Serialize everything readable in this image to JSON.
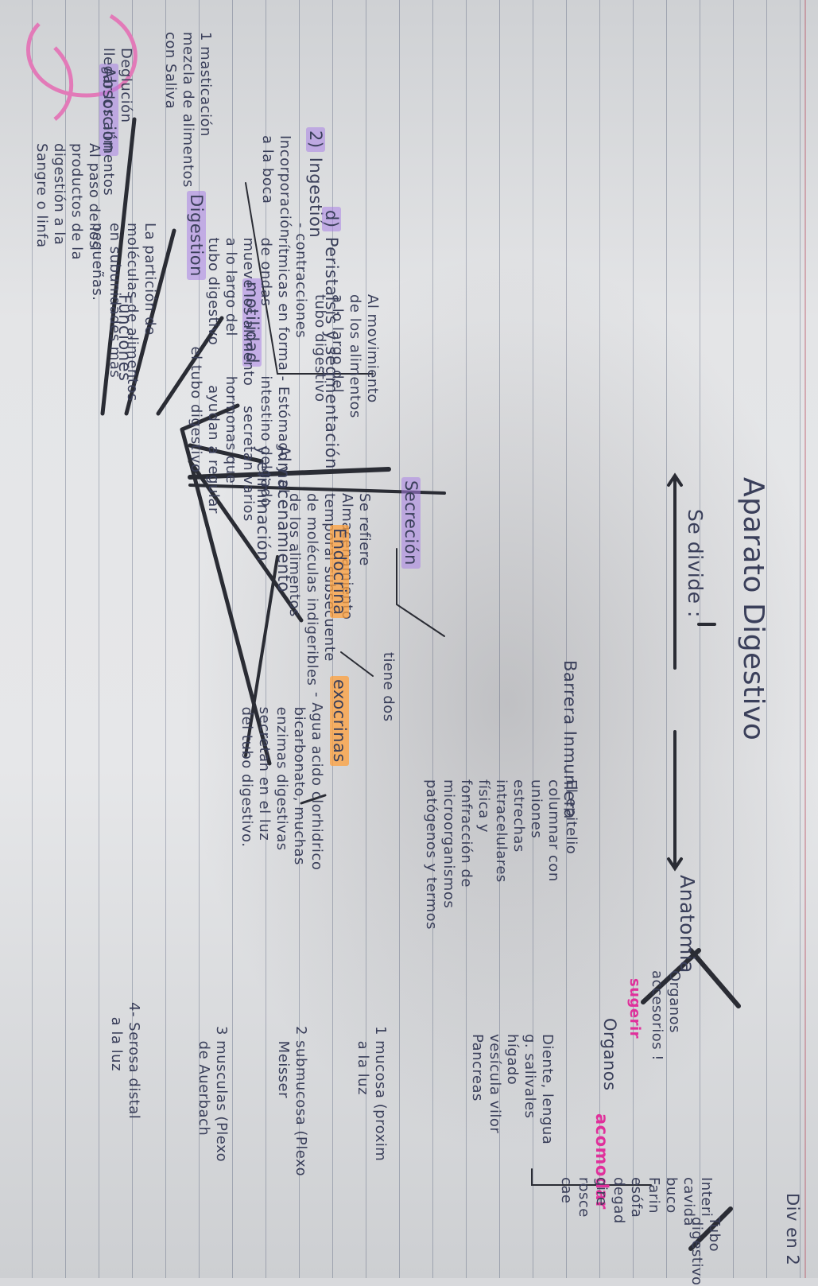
{
  "title": "Aparato Digestivo",
  "divide": "Se divide :",
  "anatomia": "Anatomia",
  "div_en_2": "Div en 2",
  "tubo_digestivo": "Tubo\ndigestivo",
  "organos_accesorios": "Organos\naccesorios !",
  "sugerir": "sugerir",
  "organos": "Organos",
  "acomodar": "acomodar",
  "anatomia_list_left": "Diente, lengua\ng. salivales\nhígado\nvesícula vilor\nPancreas",
  "anatomia_list_right": "Interi\ncavida\nbuco\nFarin\nesófa\ndegad\ngire\nrosce\ncae",
  "capas": [
    "1 mucosa (proxim\n   a la luz",
    "2 submucosa (Plexo\n   Meisser",
    "3 musculas (Plexo\n   de Auerbach",
    "4- Serosa distal\n   a la luz"
  ],
  "funciones": "Funciones",
  "absorcion": "Absorción",
  "absorcion_text": "Al paso de los\nproductos de la\ndigestión a la\nSangre o linfa",
  "digestion": "Digestion",
  "digestion_text": "La partición de\nmoléculas de alimentos\nen subunidades mas\npequeñas.",
  "motilidad": "motilidad",
  "motilidad_text": "Al movimiento\nde los alimentos\na lo largo del\ntubo digestivo",
  "almacenamiento": "Almacenamiento\ny eliminación",
  "almacenamiento_text": "Se refiere\nAlmacenamiento\ntemporal subsecuente\nde moléculas indigeribles\nde los alimentos",
  "barrera": "Barrera Inmunlera",
  "barrera_text": "El epitelio\ncolumnar con\nuniones\nestrechas\nintracelulares\nfísica y\nfonfracción de\nmicroorganismos\npatógenos y termos",
  "secrecion": "Secreción",
  "tiene_dos": "tiene dos",
  "endocrina": "Endocrina",
  "exocrinas": "exocrinas",
  "exocrinas_text": "- Agua acido clorhidrico\n   bicarbonato, muchas\n   enzimas digestivas\n   secretan en el luz\n   del tubo digestivo.",
  "ingestion": "Ingestión",
  "ingestion_num": "2)",
  "ingestion_text": "Incorporación\na la boca",
  "masticacion": "1 masticación\nmezcla de alimentos\ncon Saliva",
  "deglucion": "Deglución\nllegar los alimentos",
  "peristalsis_num": "d)",
  "peristalsis": "Peristalsis y segmentación",
  "peristalsis_text": "- contracciones\n   rítmicas en forma - Estómago y el\n   de ondas              intestino delgado\n   mueve los alimento    secretan varios\n   a lo largo del        hormonas que\n   tubo digestivo        ayudan a regular\n                         el tubo digestivo",
  "colors": {
    "ink": "#3a3f5a",
    "highlight_purple": "#b08be6",
    "highlight_orange": "#ffa03c",
    "pink": "#e0309b"
  }
}
